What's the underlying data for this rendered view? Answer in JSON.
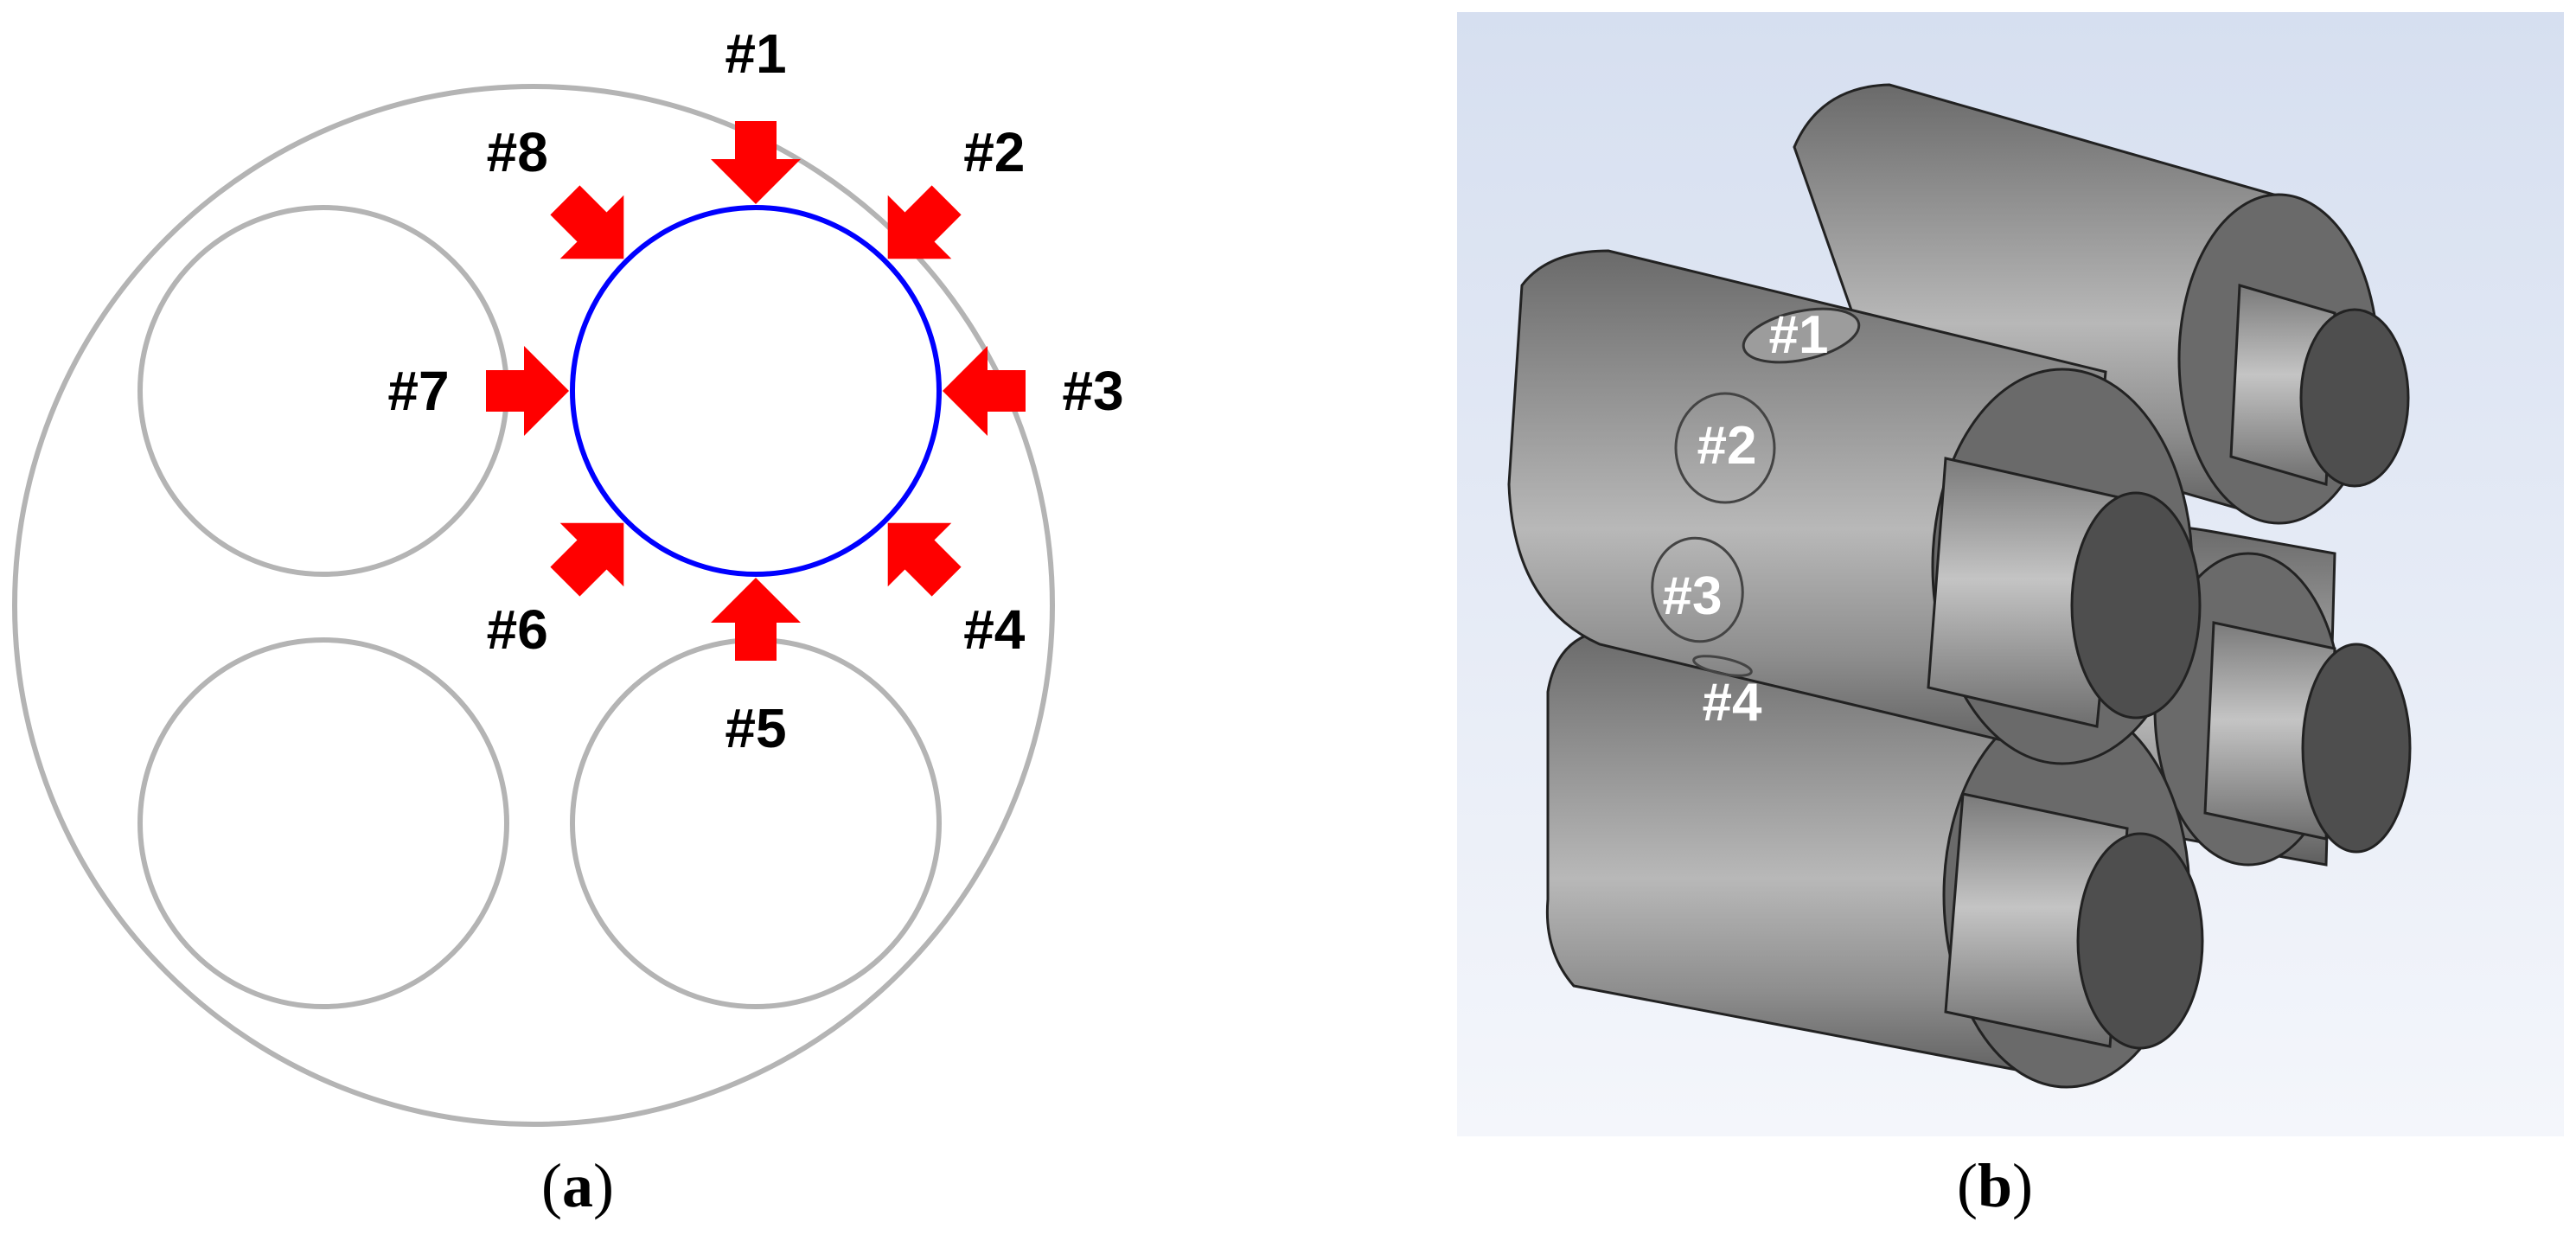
{
  "panel_a": {
    "arrow_color": "#ff0000",
    "highlight_circle_color": "#0000ff",
    "outline_color": "#b4b4b4",
    "arrows": [
      {
        "label": "#1",
        "angle_deg": 90
      },
      {
        "label": "#2",
        "angle_deg": 45
      },
      {
        "label": "#3",
        "angle_deg": 0
      },
      {
        "label": "#4",
        "angle_deg": -45
      },
      {
        "label": "#5",
        "angle_deg": -90
      },
      {
        "label": "#6",
        "angle_deg": -135
      },
      {
        "label": "#7",
        "angle_deg": 180
      },
      {
        "label": "#8",
        "angle_deg": 135
      }
    ],
    "caption": {
      "open": "(",
      "letter": "a",
      "close": ")"
    }
  },
  "panel_b": {
    "background_top": "#d6dff0",
    "background_bottom": "#f4f6fb",
    "cylinder_color": "#9a9a9a",
    "marks": [
      "#1",
      "#2",
      "#3",
      "#4"
    ],
    "caption": {
      "open": "(",
      "letter": "b",
      "close": ")"
    }
  }
}
